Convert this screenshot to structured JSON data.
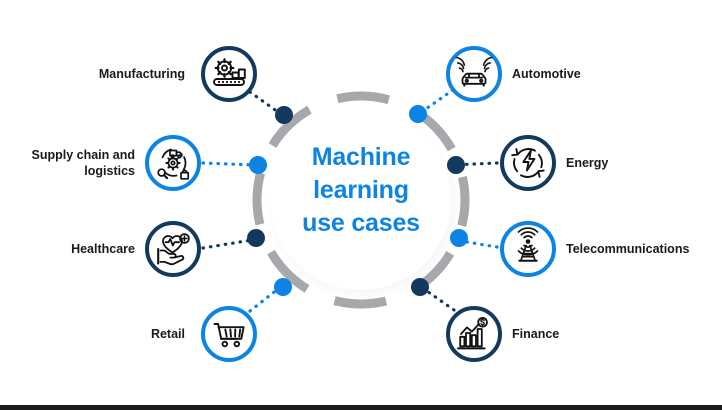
{
  "diagram": {
    "title": "Machine learning use cases",
    "center": {
      "text": "Machine\nlearning\nuse cases",
      "text_color": "#0d84e3",
      "disc_color": "#ffffff"
    },
    "ring": {
      "style": "dashed",
      "color": "#a6a8ab",
      "segments": 8
    },
    "palette": {
      "navy": "#13395f",
      "blue": "#0d84e3",
      "gray": "#a6a8ab",
      "text": "#1a1a1a",
      "icon_stroke": "#111111"
    },
    "nodes": [
      {
        "id": "manufacturing",
        "label": "Manufacturing",
        "icon": "factory-gear-conveyor-icon",
        "color": "#13395f",
        "dot_color": "#13395f",
        "side": "left",
        "angle_deg": 247.5
      },
      {
        "id": "supply-chain",
        "label": "Supply chain and\nlogistics",
        "icon": "supply-chain-cycle-icon",
        "color": "#0d84e3",
        "dot_color": "#0d84e3",
        "side": "left",
        "angle_deg": 202.5
      },
      {
        "id": "healthcare",
        "label": "Healthcare",
        "icon": "hand-heart-pulse-icon",
        "color": "#13395f",
        "dot_color": "#13395f",
        "side": "left",
        "angle_deg": 157.5
      },
      {
        "id": "retail",
        "label": "Retail",
        "icon": "shopping-cart-icon",
        "color": "#0d84e3",
        "dot_color": "#0d84e3",
        "side": "left",
        "angle_deg": 112.5
      },
      {
        "id": "automotive",
        "label": "Automotive",
        "icon": "connected-car-icon",
        "color": "#0d84e3",
        "dot_color": "#0d84e3",
        "side": "right",
        "angle_deg": 292.5
      },
      {
        "id": "energy",
        "label": "Energy",
        "icon": "energy-bolt-cycle-icon",
        "color": "#13395f",
        "dot_color": "#13395f",
        "side": "right",
        "angle_deg": 337.5
      },
      {
        "id": "telecommunications",
        "label": "Telecommunications",
        "icon": "radio-tower-icon",
        "color": "#0d84e3",
        "dot_color": "#0d84e3",
        "side": "right",
        "angle_deg": 22.5
      },
      {
        "id": "finance",
        "label": "Finance",
        "icon": "bar-chart-dollar-icon",
        "color": "#13395f",
        "dot_color": "#13395f",
        "side": "right",
        "angle_deg": 67.5
      }
    ]
  }
}
